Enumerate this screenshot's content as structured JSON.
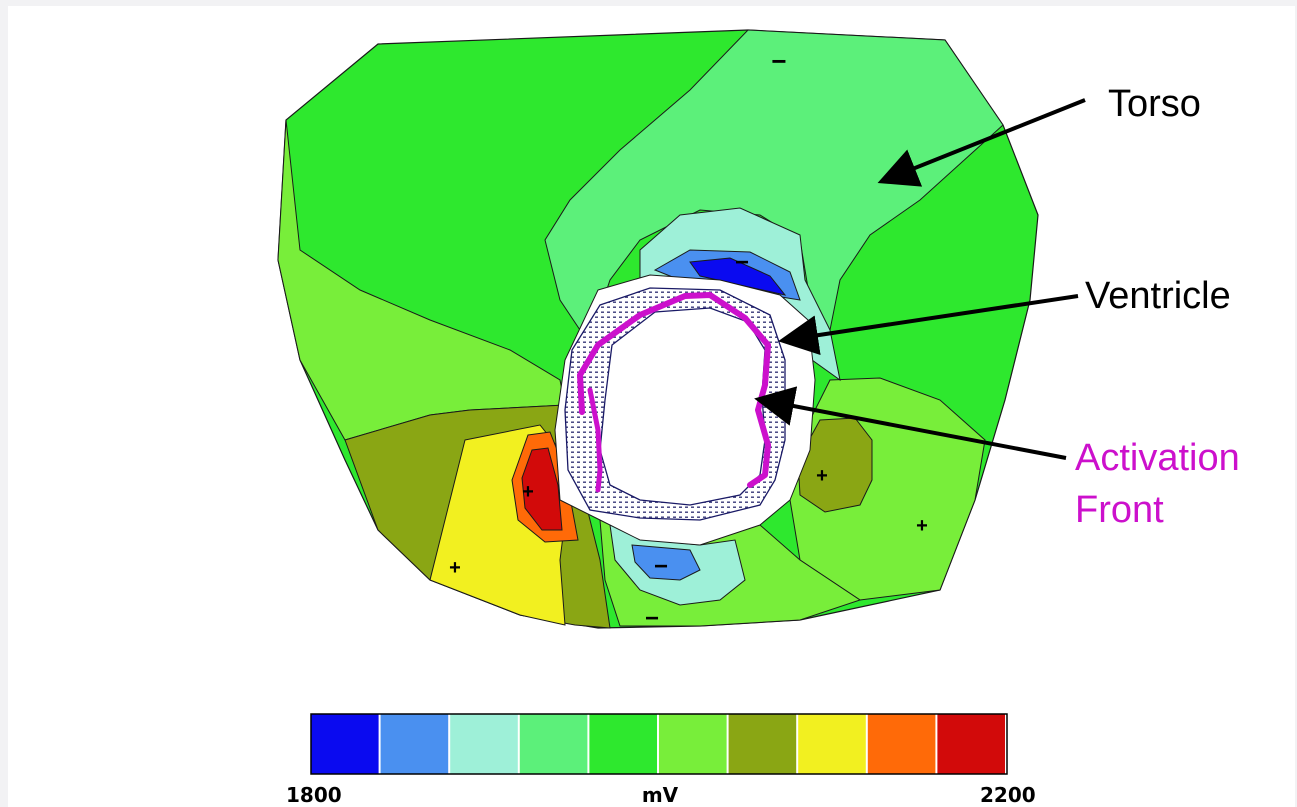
{
  "labels": {
    "torso": "Torso",
    "ventricle": "Ventricle",
    "activation_line1": "Activation",
    "activation_line2": "Front"
  },
  "signs": {
    "minus": "−",
    "plus": "+"
  },
  "colorbar": {
    "min_label": "1800",
    "unit_label": "mV",
    "max_label": "2200",
    "colors": [
      "#0a0af0",
      "#4a90f0",
      "#9ef0d8",
      "#5cf07a",
      "#2ee82e",
      "#78ee3a",
      "#8aa614",
      "#f2f020",
      "#ff6a08",
      "#d20a0a"
    ]
  },
  "colors": {
    "activation": "#cc10cc",
    "arrow": "#000000"
  }
}
